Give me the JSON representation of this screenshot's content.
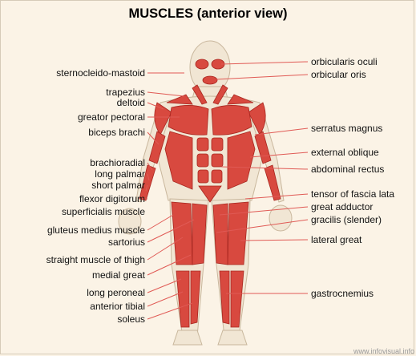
{
  "title": "MUSCLES (anterior view)",
  "colors": {
    "background": "#fbf3e6",
    "muscle": "#d8493f",
    "muscle_dark": "#a8261f",
    "tendon": "#f3ede2",
    "skin": "#f1e6d4",
    "leader_line": "#e05a55"
  },
  "labels_left": [
    "sternocleido-mastoid",
    "trapezius",
    "deltoid",
    "greator pectoral",
    "biceps brachi",
    "brachioradial",
    "long palmar",
    "short palmar",
    "flexor digitorum",
    "superficialis muscle",
    "gluteus medius muscle",
    "sartorius",
    "straight muscle of thigh",
    "medial great",
    "long peroneal",
    "anterior tibial",
    "soleus"
  ],
  "labels_right": [
    "orbicularis oculi",
    "orbicular oris",
    "serratus magnus",
    "external oblique",
    "abdominal rectus",
    "tensor of fascia lata",
    "great adductor",
    "gracilis (slender)",
    "lateral great",
    "gastrocnemius"
  ],
  "watermark": "www.infovisual.info"
}
